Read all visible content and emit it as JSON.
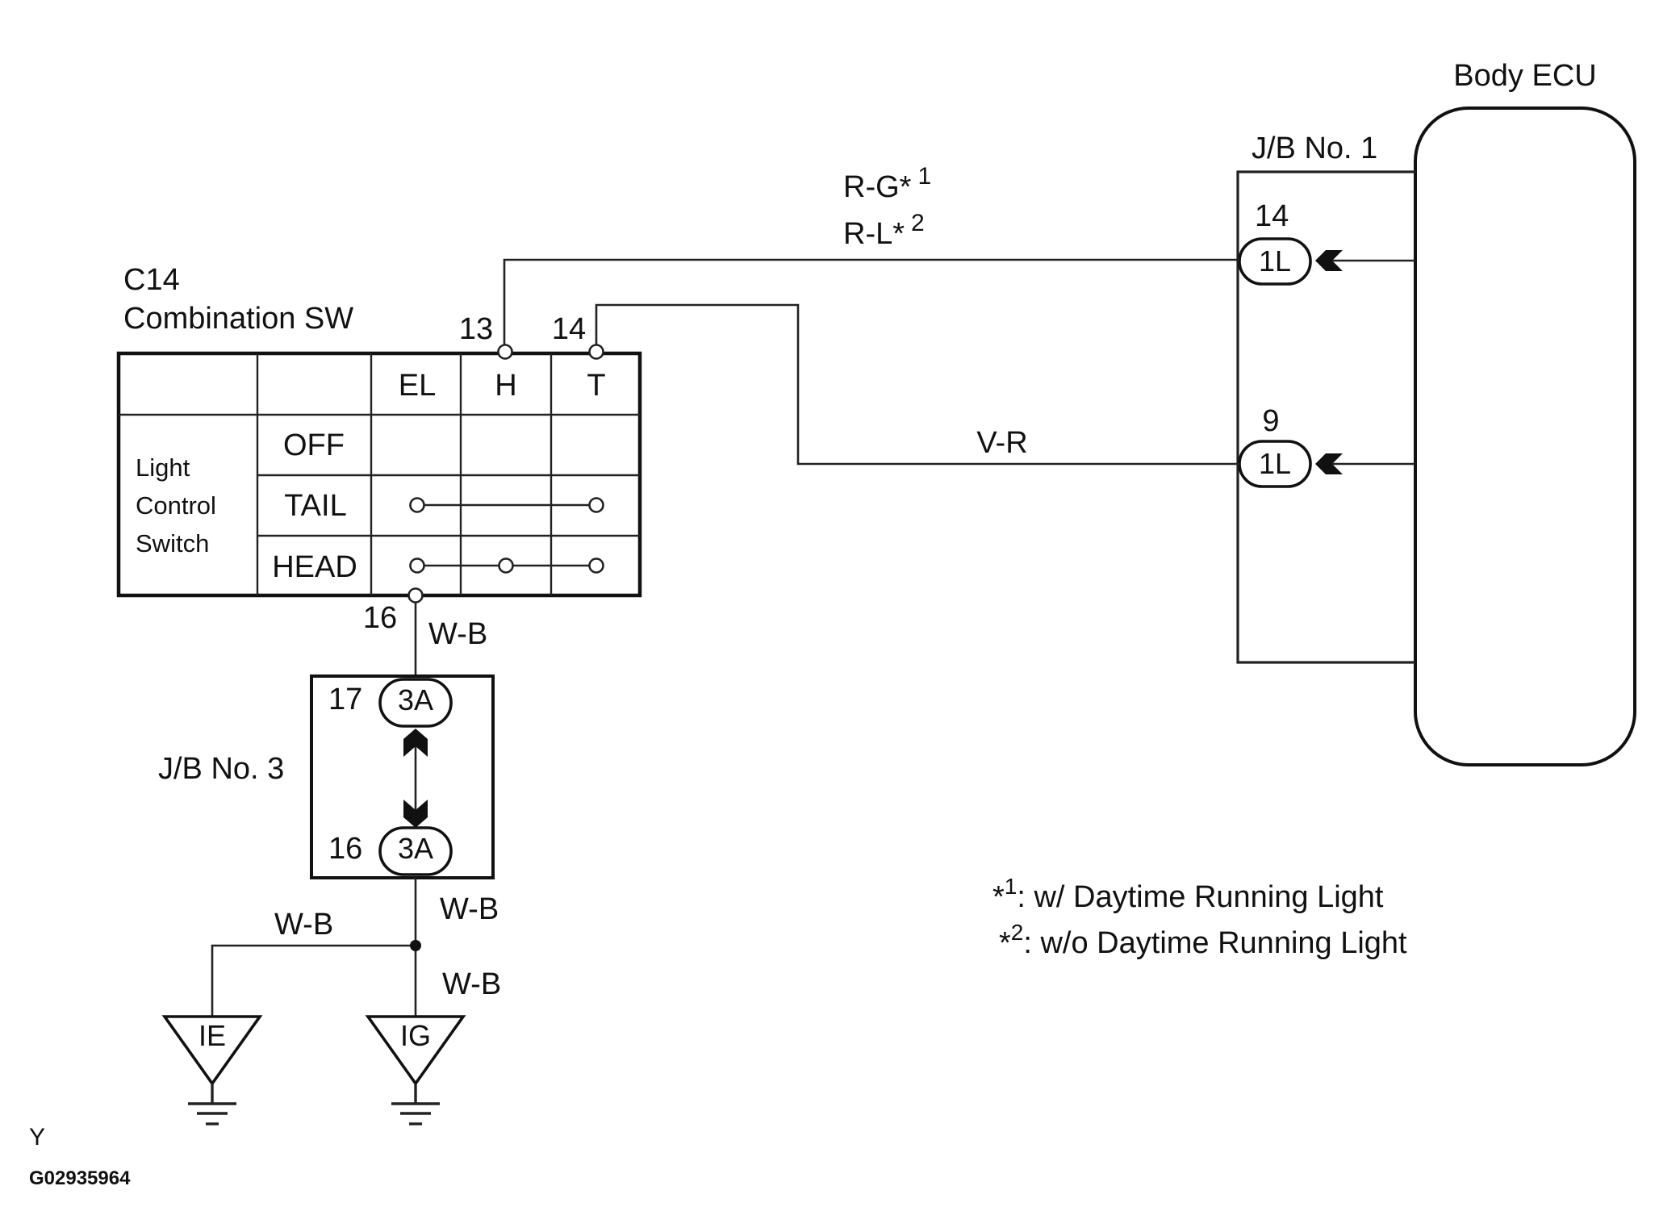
{
  "body_ecu": {
    "title": "Body ECU"
  },
  "jb1": {
    "title": "J/B No. 1",
    "terminals": [
      {
        "pin": "14",
        "connector": "1L"
      },
      {
        "pin": "9",
        "connector": "1L"
      }
    ]
  },
  "switch": {
    "code": "C14",
    "name": "Combination SW",
    "pin_h": "13",
    "pin_t": "14",
    "pin_bottom": "16",
    "columns": [
      "EL",
      "H",
      "T"
    ],
    "group_label": [
      "Light",
      "Control",
      "Switch"
    ],
    "positions": [
      "OFF",
      "TAIL",
      "HEAD"
    ]
  },
  "wires": {
    "h_primary": "R-G*",
    "h_primary_note": "1",
    "h_secondary": "R-L*",
    "h_secondary_note": "2",
    "t": "V-R",
    "ground_1": "W-B",
    "ground_2": "W-B",
    "ground_left": "W-B",
    "ground_3": "W-B"
  },
  "jb3": {
    "title": "J/B No. 3",
    "top_pin": "17",
    "top_connector": "3A",
    "bottom_pin": "16",
    "bottom_connector": "3A"
  },
  "grounds": [
    "IE",
    "IG"
  ],
  "notes": [
    {
      "mark": "*",
      "num": "1",
      "text": ": w/ Daytime Running Light"
    },
    {
      "mark": "*",
      "num": "2",
      "text": ": w/o Daytime Running Light"
    }
  ],
  "footer": {
    "letter": "Y",
    "code": "G02935964"
  }
}
